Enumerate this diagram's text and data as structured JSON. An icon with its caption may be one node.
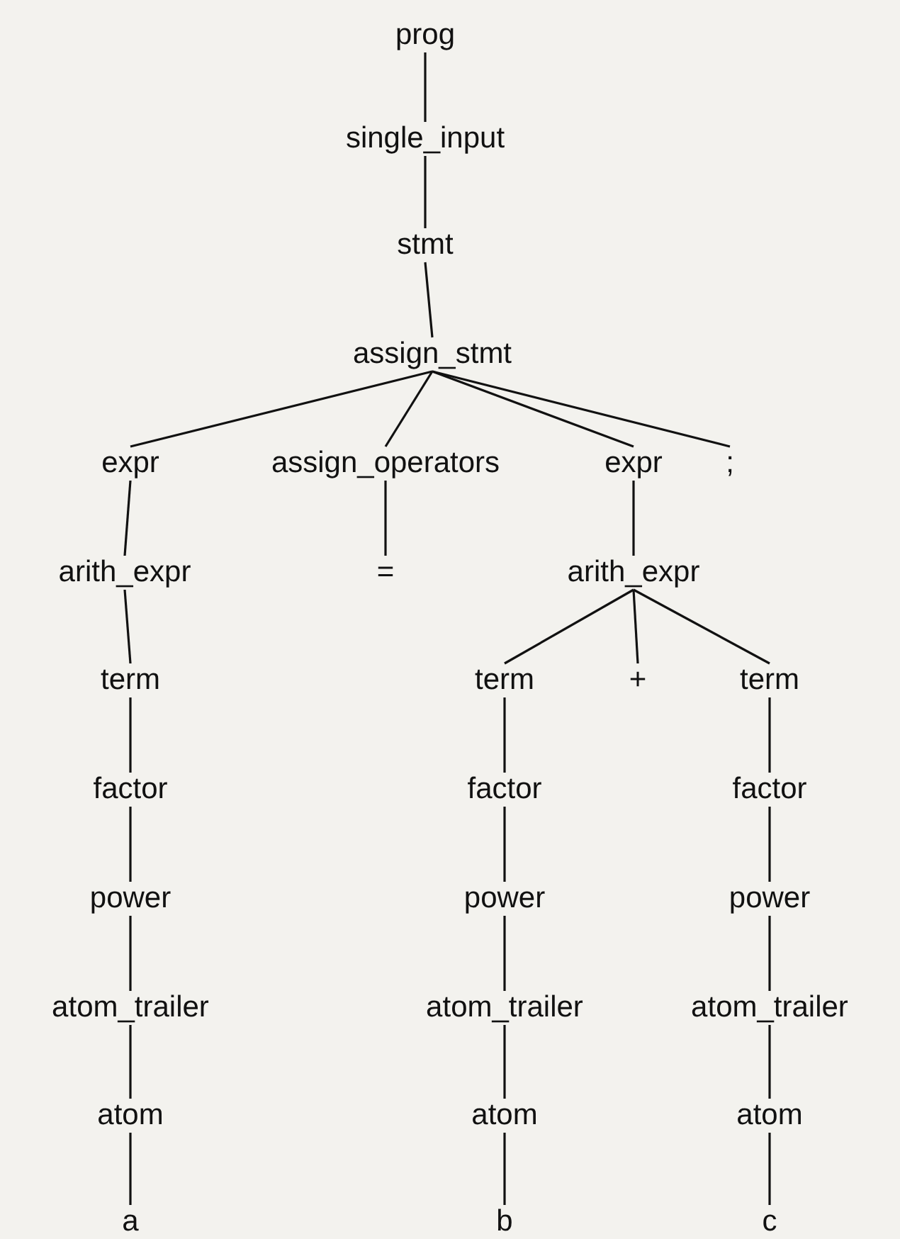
{
  "diagram": {
    "nodes": [
      {
        "text": [
          "prog"
        ]
      },
      {
        "text": [
          "single_input"
        ]
      },
      {
        "text": [
          "stmt"
        ]
      },
      {
        "text": [
          "assign_stmt"
        ]
      },
      {
        "text": [
          "expr"
        ]
      },
      {
        "text": [
          "assign_operators"
        ]
      },
      {
        "text": [
          "expr"
        ]
      },
      {
        "text": [
          ";"
        ]
      },
      {
        "text": [
          "arith_expr"
        ]
      },
      {
        "text": [
          "="
        ]
      },
      {
        "text": [
          "arith_expr"
        ]
      },
      {
        "text": [
          "term"
        ]
      },
      {
        "text": [
          "term"
        ]
      },
      {
        "text": [
          "+"
        ]
      },
      {
        "text": [
          "term"
        ]
      },
      {
        "text": [
          "factor"
        ]
      },
      {
        "text": [
          "factor"
        ]
      },
      {
        "text": [
          "factor"
        ]
      },
      {
        "text": [
          "power"
        ]
      },
      {
        "text": [
          "power"
        ]
      },
      {
        "text": [
          "power"
        ]
      },
      {
        "text": [
          "atom_trailer"
        ]
      },
      {
        "text": [
          "atom_trailer"
        ]
      },
      {
        "text": [
          "atom_trailer"
        ]
      },
      {
        "text": [
          "atom"
        ]
      },
      {
        "text": [
          "atom"
        ]
      },
      {
        "text": [
          "atom"
        ]
      },
      {
        "text": [
          "a"
        ]
      },
      {
        "text": [
          "b"
        ]
      },
      {
        "text": [
          "c"
        ]
      }
    ],
    "edges": [
      {
        "from": 0,
        "to": 1,
        "arrow": "none"
      },
      {
        "from": 1,
        "to": 2,
        "arrow": "none"
      },
      {
        "from": 2,
        "to": 3,
        "arrow": "none"
      },
      {
        "from": 3,
        "to": 4,
        "arrow": "none"
      },
      {
        "from": 3,
        "to": 5,
        "arrow": "none"
      },
      {
        "from": 3,
        "to": 6,
        "arrow": "none"
      },
      {
        "from": 3,
        "to": 7,
        "arrow": "none"
      },
      {
        "from": 4,
        "to": 8,
        "arrow": "none"
      },
      {
        "from": 5,
        "to": 9,
        "arrow": "none"
      },
      {
        "from": 6,
        "to": 10,
        "arrow": "none"
      },
      {
        "from": 8,
        "to": 11,
        "arrow": "none"
      },
      {
        "from": 10,
        "to": 12,
        "arrow": "none"
      },
      {
        "from": 10,
        "to": 13,
        "arrow": "none"
      },
      {
        "from": 10,
        "to": 14,
        "arrow": "none"
      },
      {
        "from": 11,
        "to": 15,
        "arrow": "none"
      },
      {
        "from": 12,
        "to": 16,
        "arrow": "none"
      },
      {
        "from": 14,
        "to": 17,
        "arrow": "none"
      },
      {
        "from": 15,
        "to": 18,
        "arrow": "none"
      },
      {
        "from": 16,
        "to": 19,
        "arrow": "none"
      },
      {
        "from": 17,
        "to": 20,
        "arrow": "none"
      },
      {
        "from": 18,
        "to": 21,
        "arrow": "none"
      },
      {
        "from": 19,
        "to": 22,
        "arrow": "none"
      },
      {
        "from": 20,
        "to": 23,
        "arrow": "none"
      },
      {
        "from": 21,
        "to": 24,
        "arrow": "none"
      },
      {
        "from": 22,
        "to": 25,
        "arrow": "none"
      },
      {
        "from": 23,
        "to": 26,
        "arrow": "none"
      },
      {
        "from": 24,
        "to": 27,
        "arrow": "none"
      },
      {
        "from": 25,
        "to": 28,
        "arrow": "none"
      },
      {
        "from": 26,
        "to": 29,
        "arrow": "none"
      }
    ]
  }
}
